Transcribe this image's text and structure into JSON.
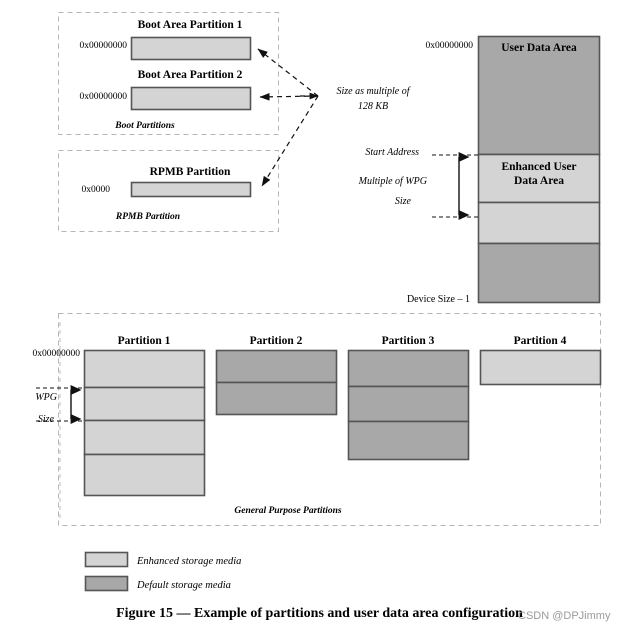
{
  "figure": {
    "caption": "Figure 15 — Example of partitions and user data area configuration",
    "watermark": "CSDN @DPJimmy"
  },
  "colors": {
    "enhanced_media": "#d4d4d4",
    "default_media": "#a8a8a8",
    "block_border": "#555555",
    "dashed_container": "#b5b5b5",
    "watermark_text": "#9a9a9a"
  },
  "boot_group": {
    "group_label": "Boot  Partitions",
    "partitions": [
      {
        "title": "Boot Area Partition 1",
        "address": "0x00000000",
        "media": "enhanced"
      },
      {
        "title": "Boot Area Partition 2",
        "address": "0x00000000",
        "media": "enhanced"
      }
    ]
  },
  "rpmb_group": {
    "group_label": "RPMB Partition",
    "partitions": [
      {
        "title": "RPMB Partition",
        "address": "0x0000",
        "media": "enhanced"
      }
    ]
  },
  "size_note": {
    "line1": "Size as multiple of",
    "line2": "128 KB"
  },
  "user_data_area": {
    "top_address": "0x00000000",
    "bottom_address": "Device Size – 1",
    "top_block_label": "User Data Area",
    "enhanced_block_label_line1": "Enhanced User",
    "enhanced_block_label_line2": "Data Area",
    "annotations": {
      "start_address": "Start Address",
      "multiple_of_wpg": "Multiple of WPG",
      "size": "Size"
    },
    "segments": [
      {
        "name": "user-data-area-top",
        "media": "default",
        "height": 118
      },
      {
        "name": "enhanced-user-data-area",
        "media": "enhanced",
        "height": 48
      },
      {
        "name": "enhanced-user-data-area-lower",
        "media": "enhanced",
        "height": 41
      },
      {
        "name": "user-data-area-bottom",
        "media": "default",
        "height": 93
      }
    ]
  },
  "general_purpose": {
    "group_label": "General Purpose Partitions",
    "start_address": "0x00000000",
    "wpg_label_line1": "WPG",
    "wpg_label_line2": "Size",
    "partitions": [
      {
        "title": "Partition 1",
        "segments": [
          "enhanced",
          "enhanced",
          "enhanced",
          "enhanced"
        ]
      },
      {
        "title": "Partition 2",
        "segments": [
          "default",
          "default"
        ]
      },
      {
        "title": "Partition 3",
        "segments": [
          "default",
          "default",
          "default"
        ]
      },
      {
        "title": "Partition 4",
        "segments": [
          "enhanced"
        ]
      }
    ]
  },
  "legend": {
    "items": [
      {
        "media": "enhanced",
        "label": "Enhanced storage media"
      },
      {
        "media": "default",
        "label": "Default storage media"
      }
    ]
  }
}
